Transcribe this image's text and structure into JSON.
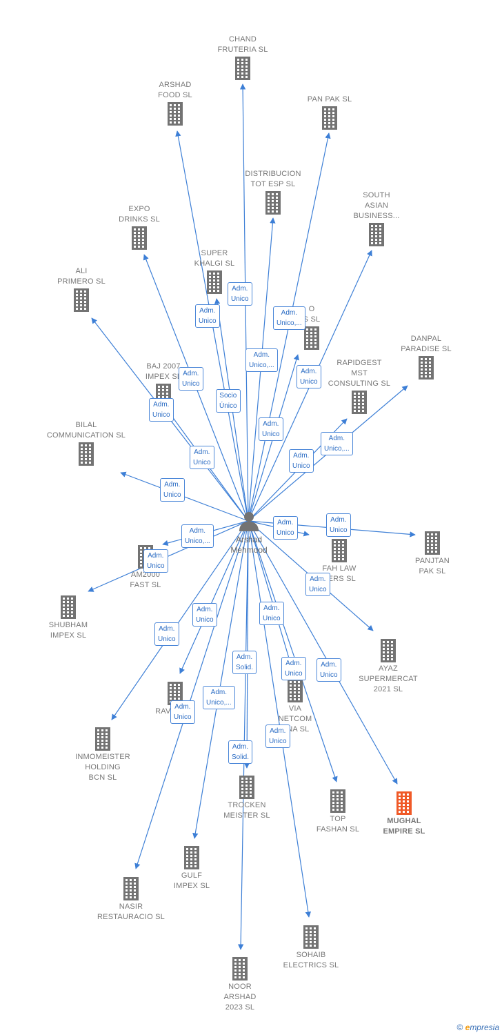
{
  "center": {
    "label": "Arshad\nMehmood",
    "icon": "person-icon"
  },
  "colors": {
    "edge": "#3d7fd6",
    "building": "#737373",
    "highlight": "#f05a28"
  },
  "nodes": [
    {
      "id": "chand",
      "label": "CHAND\nFRUTERIA SL",
      "edge": "Adm.\nUnico"
    },
    {
      "id": "arshad_food",
      "label": "ARSHAD\nFOOD  SL",
      "edge": "Adm.\nUnico"
    },
    {
      "id": "pan_pak",
      "label": "PAN PAK SL",
      "edge": "Adm.\nUnico,..."
    },
    {
      "id": "distribucion",
      "label": "DISTRIBUCION\nTOT ESP  SL",
      "edge": "Adm.\nUnico,..."
    },
    {
      "id": "south_asian",
      "label": "SOUTH\nASIAN\nBUSINESS...",
      "edge": "Adm.\nUnico"
    },
    {
      "id": "expo",
      "label": "EXPO\nDRINKS  SL",
      "edge": "Adm.\nUnico"
    },
    {
      "id": "super_khalgi",
      "label": "SUPER\nKHALGI SL",
      "edge": "Socio\nÚnico"
    },
    {
      "id": "ali_primero",
      "label": "ALI\nPRIMERO SL",
      "edge": "Adm.\nUnico"
    },
    {
      "id": "hidden_o",
      "label": "O\nS SL",
      "edge": "Adm.\nUnico"
    },
    {
      "id": "danpal",
      "label": "DANPAL\nPARADISE SL",
      "edge": "Adm.\nUnico,..."
    },
    {
      "id": "rapidgest",
      "label": "RAPIDGEST\nMST\nCONSULTING SL",
      "edge": "Adm.\nUnico"
    },
    {
      "id": "baj",
      "label": "BAJ 2007\nIMPEX SL",
      "edge": "Adm.\nUnico"
    },
    {
      "id": "bilal",
      "label": "BILAL\nCOMMUNICATION SL",
      "edge": "Adm.\nUnico"
    },
    {
      "id": "am2000",
      "label": "AM2000\nFAST  SL",
      "edge": "Adm.\nUnico,..."
    },
    {
      "id": "shubham",
      "label": "SHUBHAM\nIMPEX SL",
      "edge": "Adm.\nUnico"
    },
    {
      "id": "panjtan",
      "label": "PANJTAN\nPAK SL",
      "edge": "Adm.\nUnico"
    },
    {
      "id": "fah_law",
      "label": "FAH LAW\nBERS SL",
      "edge": "Adm.\nUnico"
    },
    {
      "id": "ayaz",
      "label": "AYAZ\nSUPERMERCAT\n2021  SL",
      "edge": "Adm.\nUnico"
    },
    {
      "id": "inmomeister",
      "label": "INMOMEISTER\nHOLDING\nBCN SL",
      "edge": "Adm.\nUnico"
    },
    {
      "id": "ravi7",
      "label": "RAVI7R     AS\nSL",
      "edge": "Adm.\nUnico"
    },
    {
      "id": "via_netcom",
      "label": "VIA\nNETCOM\n       ONA SL",
      "edge": "Adm.\nUnico"
    },
    {
      "id": "trocken",
      "label": "TROCKEN\nMEISTER SL",
      "edge": "Adm.\nSolid."
    },
    {
      "id": "top_fashan",
      "label": "TOP\nFASHAN SL",
      "edge": "Adm.\nUnico"
    },
    {
      "id": "mughal",
      "label": "MUGHAL\nEMPIRE  SL",
      "edge": "Adm.\nUnico",
      "highlight": true
    },
    {
      "id": "gulf",
      "label": "GULF\nIMPEX SL",
      "edge": "Adm.\nUnico,..."
    },
    {
      "id": "nasir",
      "label": "NASIR\nRESTAURACIO SL",
      "edge": "Adm.\nUnico"
    },
    {
      "id": "noor",
      "label": "NOOR\nARSHAD\n2023  SL",
      "edge": "Adm.\nSolid."
    },
    {
      "id": "sohaib",
      "label": "SOHAIB\nELECTRICS SL",
      "edge": "Adm.\nUnico"
    }
  ],
  "footer": {
    "copyright": "©",
    "brand_initial": "e",
    "brand_rest": "mpresia"
  }
}
